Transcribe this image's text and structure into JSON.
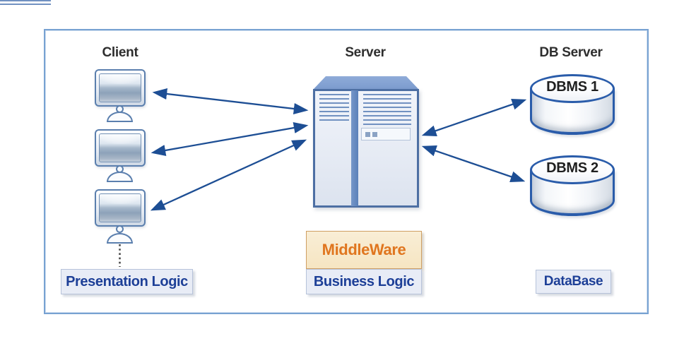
{
  "diagram": {
    "title_hint": "3-tier client-server architecture",
    "client": {
      "title": "Client",
      "tier_label": "Presentation Logic",
      "workstation_count": 3
    },
    "server": {
      "title": "Server",
      "middleware_label": "MiddleWare",
      "tier_label": "Business Logic"
    },
    "db": {
      "title": "DB Server",
      "tier_label": "DataBase",
      "databases": [
        "DBMS 1",
        "DBMS 2"
      ]
    },
    "colors": {
      "frame_border": "#78a2d2",
      "arrow": "#1d4e94",
      "server_top_face": "#84a3d4",
      "server_border": "#4d6fa3",
      "cylinder_border": "#2a5caa",
      "tier_box_fill": "#e8ecf6",
      "tier_text": "#1d3f97",
      "middleware_fill": "#f7e8c8",
      "middleware_border": "#cf9f63",
      "middleware_text": "#e0761f",
      "title_text": "#2e2e2e"
    }
  }
}
